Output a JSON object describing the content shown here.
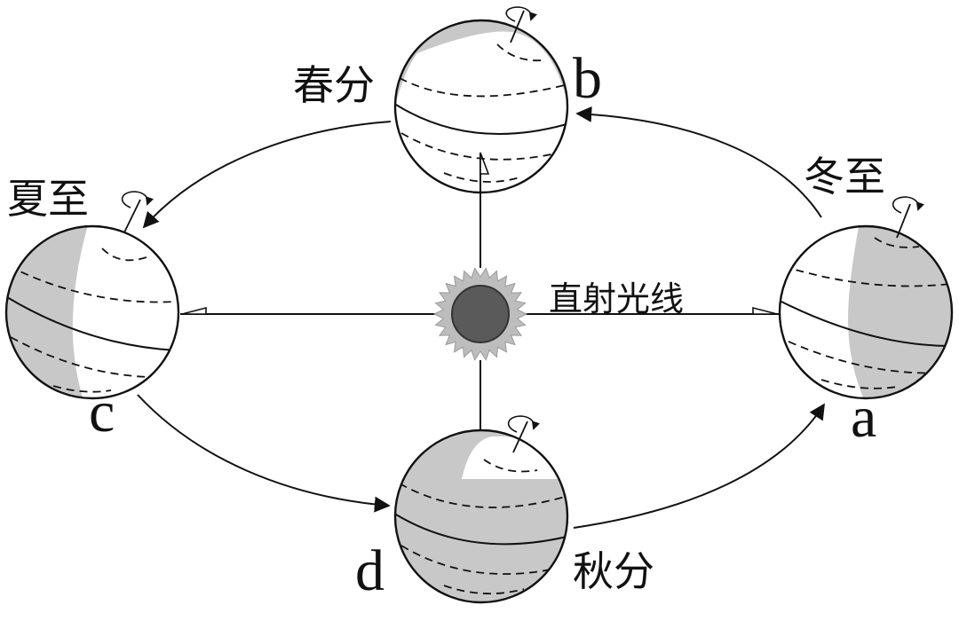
{
  "labels": {
    "spring_equinox": "春分",
    "summer_solstice": "夏至",
    "autumn_equinox": "秋分",
    "winter_solstice": "冬至",
    "position_a": "a",
    "position_b": "b",
    "position_c": "c",
    "position_d": "d",
    "direct_ray": "直射光线"
  },
  "colors": {
    "night_side": "#c8c8c8",
    "sun_core": "#5a5a5a",
    "sun_corona": "#bdbdbd",
    "line": "#111111"
  }
}
